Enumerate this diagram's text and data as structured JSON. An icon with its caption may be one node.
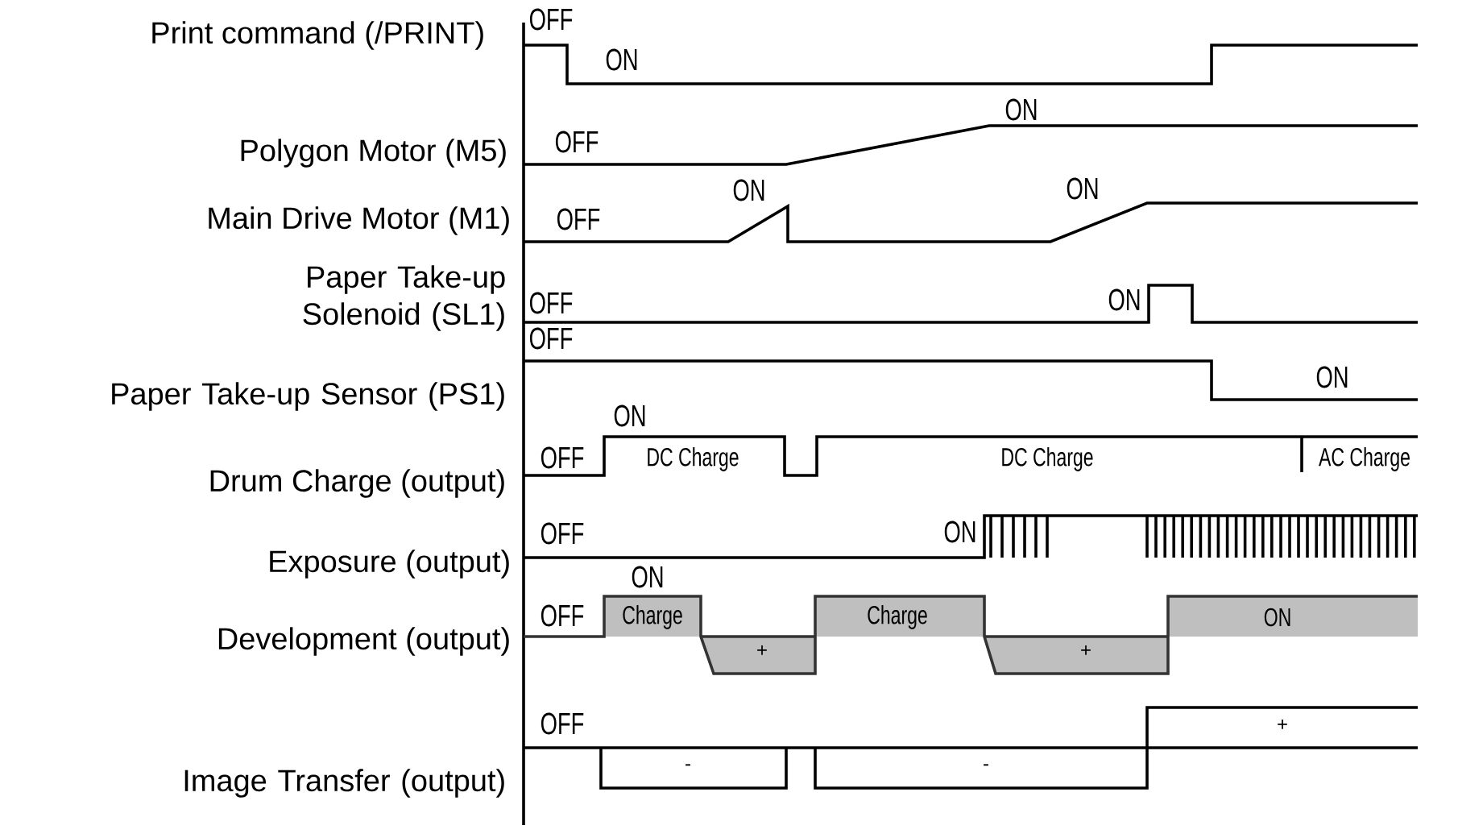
{
  "diagram": {
    "labels": [
      "Print command (/PRINT)",
      "OFF",
      "ON",
      "Polygon Motor (M5)",
      "ON",
      "OFF",
      "Main Drive Motor (M1)",
      "ON",
      "ON",
      "OFF",
      "Paper Take-up Solenoid (SL1)",
      "OFF",
      "ON",
      "OFF",
      "Paper Take-up Sensor (PS1)",
      "ON",
      "ON",
      "OFF",
      "DC Charge",
      "DC Charge",
      "AC Charge",
      "Drum Charge (output)",
      "OFF",
      "ON",
      "Exposure (output)",
      "ON",
      "OFF",
      "Charge",
      "Charge",
      "ON",
      "Development (output)",
      "+",
      "+",
      "OFF",
      "+",
      "Image Transfer (output)",
      "-",
      "-"
    ]
  }
}
